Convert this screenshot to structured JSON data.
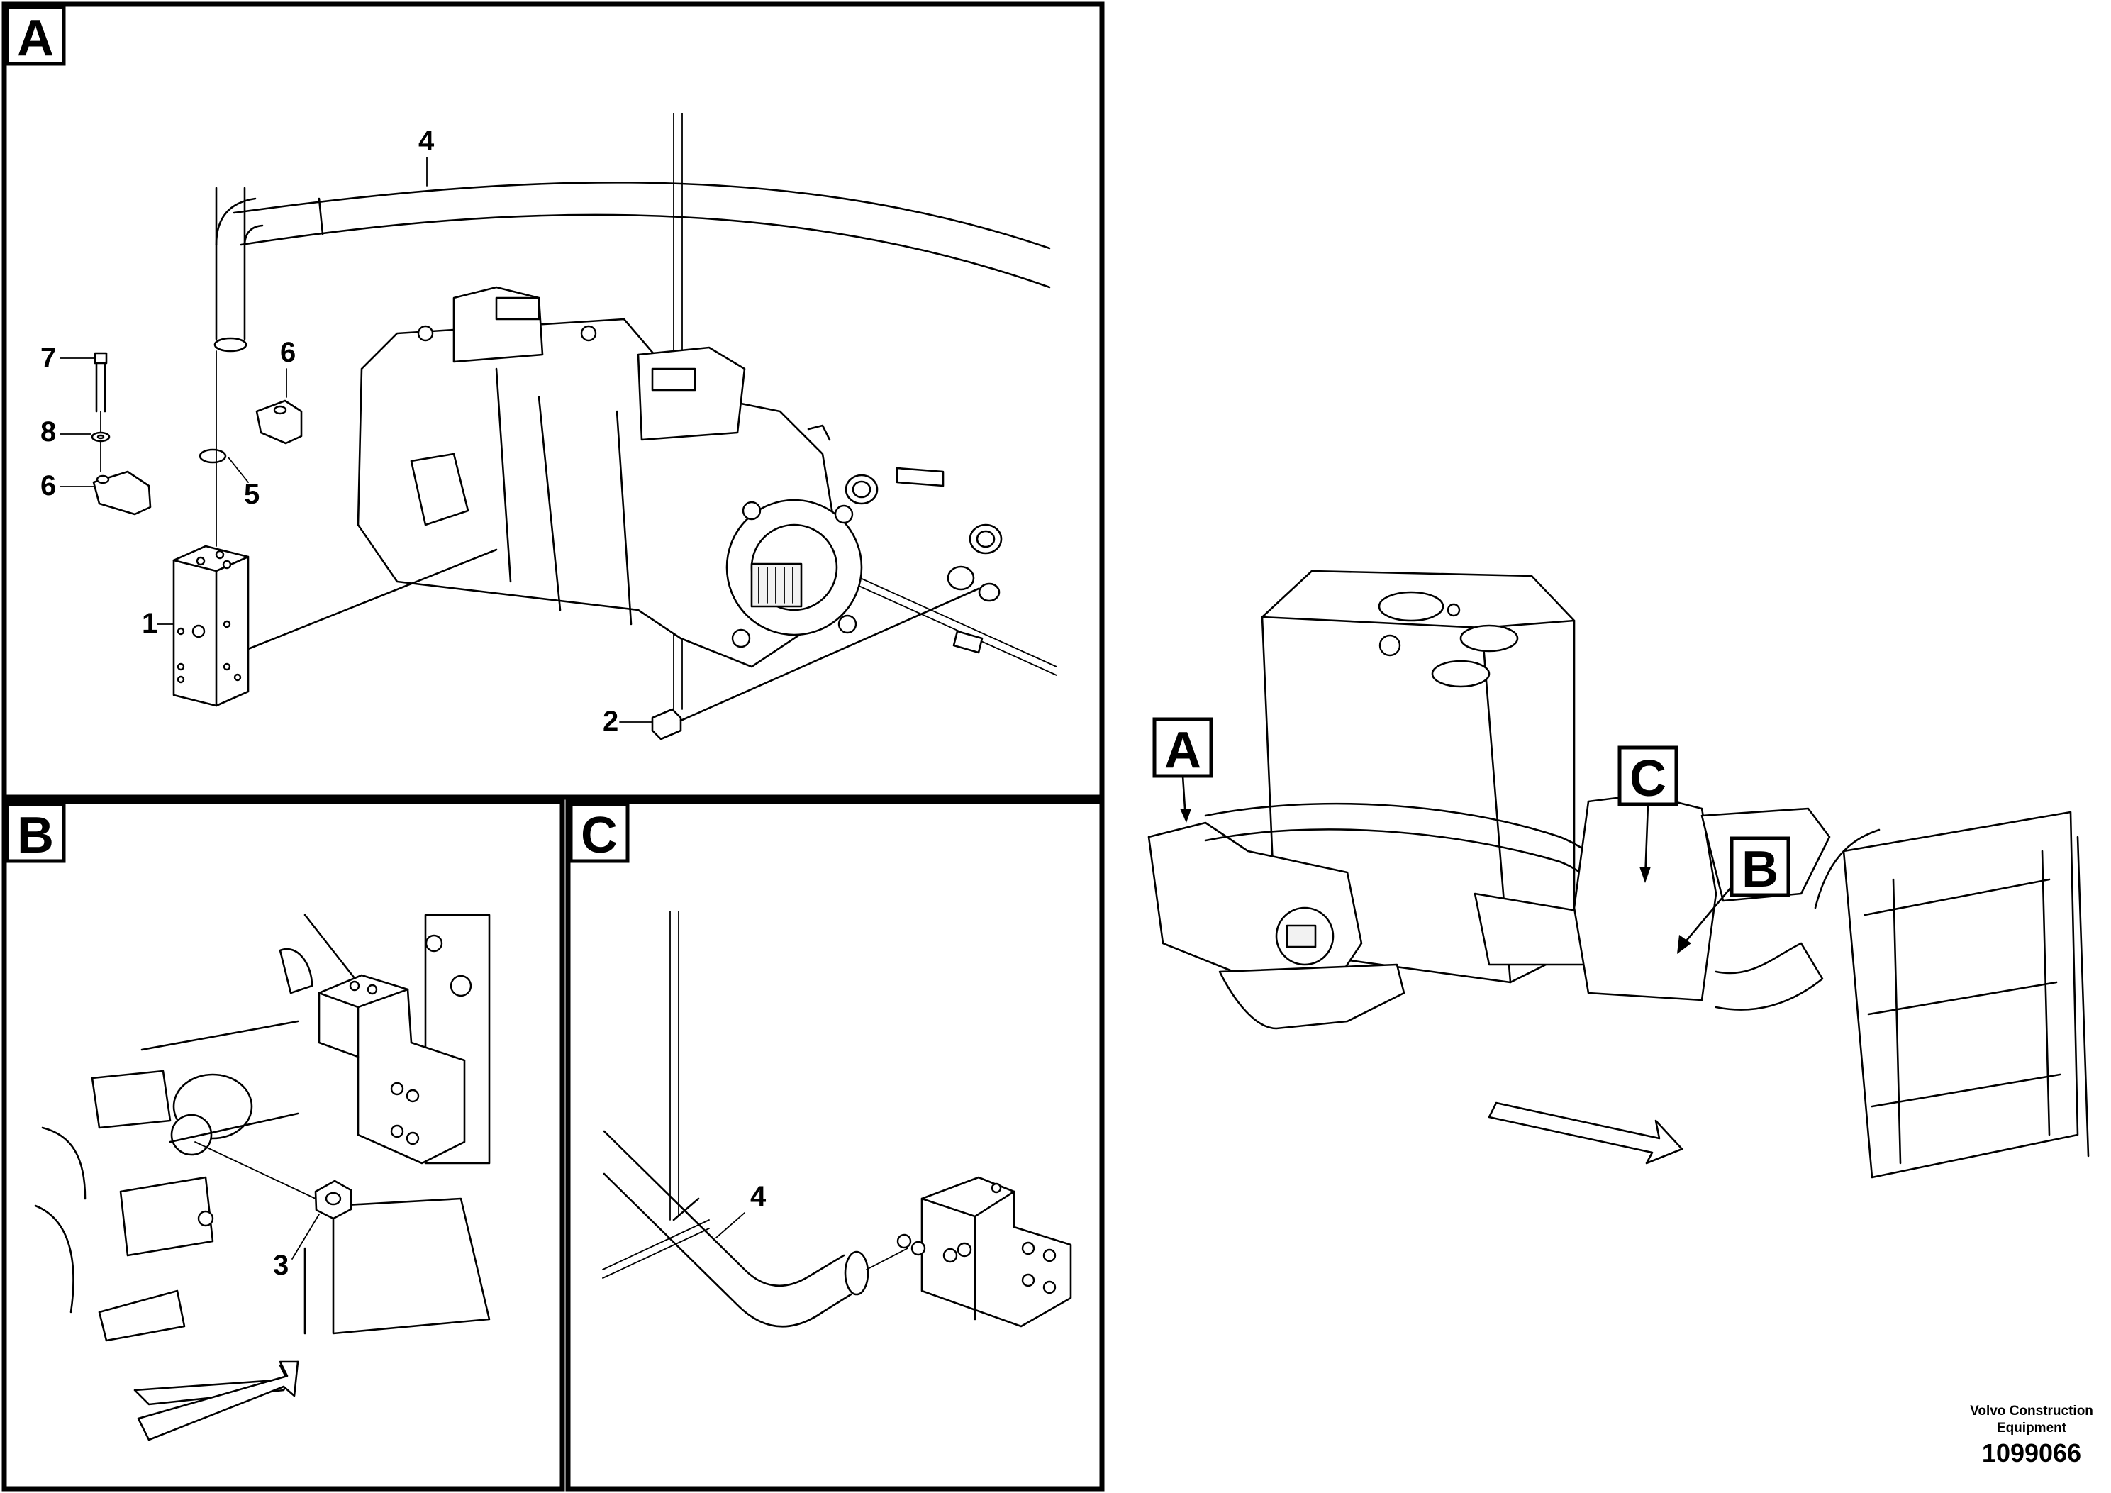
{
  "panels": {
    "a": {
      "tag": "A"
    },
    "b": {
      "tag": "B"
    },
    "c": {
      "tag": "C"
    }
  },
  "overview_tags": {
    "a": "A",
    "b": "B",
    "c": "C"
  },
  "callouts": {
    "a_1": "1",
    "a_2": "2",
    "a_4": "4",
    "a_5": "5",
    "a_6_upper": "6",
    "a_6_lower": "6",
    "a_7": "7",
    "a_8": "8",
    "b_3": "3",
    "c_4": "4"
  },
  "footer": {
    "brand_line1": "Volvo Construction",
    "brand_line2": "Equipment",
    "drawing_number": "1099066"
  }
}
